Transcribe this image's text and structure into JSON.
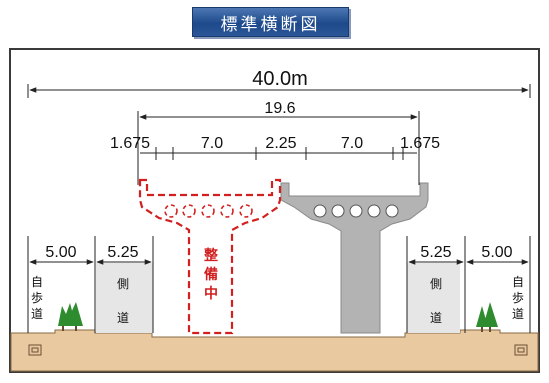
{
  "title": "標準横断図",
  "dimensions": {
    "total": "40.0m",
    "inner": "19.6",
    "parts": [
      "1.675",
      "7.0",
      "2.25",
      "7.0",
      "1.675"
    ],
    "left_walkway": "5.00",
    "left_sidewalk": "5.25",
    "right_sidewalk": "5.25",
    "right_walkway": "5.00"
  },
  "labels": {
    "left_walkway": [
      "自",
      "歩",
      "道"
    ],
    "left_sidewalk": [
      "側",
      "道"
    ],
    "under_construction": [
      "整",
      "備",
      "中"
    ],
    "right_sidewalk": [
      "側",
      "道"
    ],
    "right_walkway": [
      "自",
      "歩",
      "道"
    ]
  },
  "colors": {
    "title_bg": "#2a5597",
    "pier": "#b3b3b3",
    "construction": "#d21f1f",
    "ground": "#e9c9a0",
    "tree": "#2e8b2e"
  }
}
